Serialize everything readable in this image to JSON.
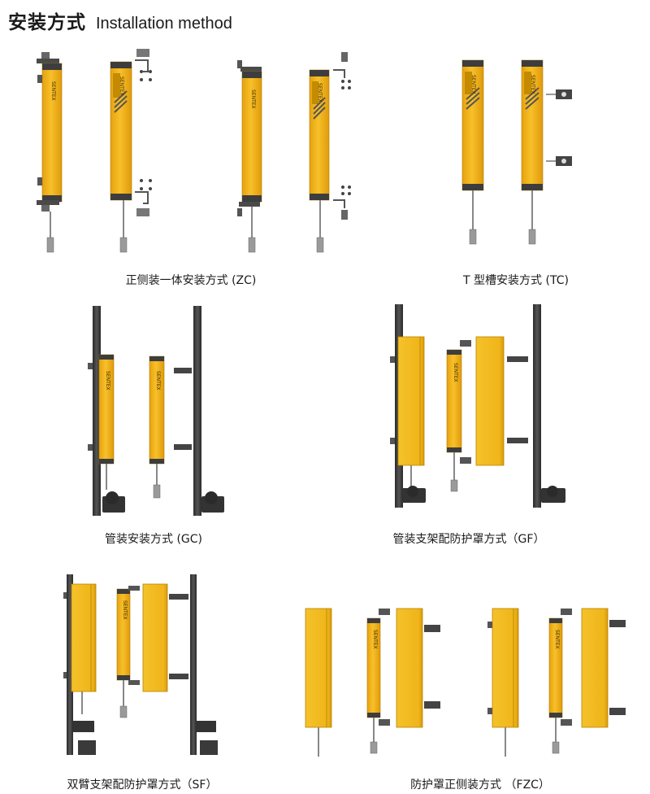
{
  "header": {
    "title_cn": "安装方式",
    "title_en": "Installation method"
  },
  "captions": {
    "zc": "正侧装一体安装方式 (ZC)",
    "tc": "T 型槽安装方式 (TC)",
    "gc": "管装安装方式 (GC)",
    "gf": "管装支架配防护罩方式（GF）",
    "sf": "双臂支架配防护罩方式（SF）",
    "fzc": "防护罩正侧装方式 （FZC）"
  },
  "brand": "SENTEX",
  "colors": {
    "sensor_yellow": "#f2b319",
    "sensor_dark": "#3d3d3d",
    "pole": "#3a3a3a",
    "shield": "#f1b81c"
  }
}
